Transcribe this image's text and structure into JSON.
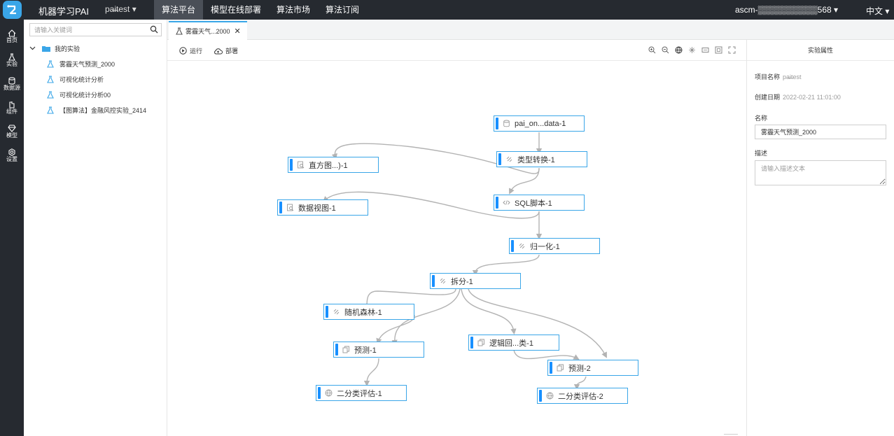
{
  "app": {
    "title": "机器学习PAI",
    "project_switch": "pa̶i̶test ▾",
    "top_nav": [
      "算法平台",
      "模型在线部署",
      "算法市场",
      "算法订阅"
    ],
    "active_nav": "算法平台",
    "account": "ascm-▒▒▒▒▒▒▒▒▒▒568 ▾",
    "language": "中文 ▾"
  },
  "left_rail": [
    "首页",
    "实验",
    "数据源",
    "组件",
    "模型",
    "设置"
  ],
  "tree": {
    "search_placeholder": "请输入关键词",
    "root_label": "我的实验",
    "items": [
      "雾霾天气预测_2000",
      "可视化统计分析",
      "可视化统计分析00",
      "【图算法】金融风控实验_2414"
    ]
  },
  "tab": {
    "label": "雾霾天气...2000",
    "close": "✕"
  },
  "toolbar": {
    "run": "运行",
    "deploy": "部署"
  },
  "canvas": {
    "nodes": [
      {
        "id": "pai_on_data",
        "label": "pai_on...data-1",
        "icon": "database-icon"
      },
      {
        "id": "type_convert",
        "label": "类型转换-1",
        "icon": "component-icon"
      },
      {
        "id": "histogram",
        "label": "直方图...)-1",
        "icon": "report-icon"
      },
      {
        "id": "sql_script",
        "label": "SQL脚本-1",
        "icon": "code-icon"
      },
      {
        "id": "data_view",
        "label": "数据视图-1",
        "icon": "report-icon"
      },
      {
        "id": "normalize",
        "label": "归一化-1",
        "icon": "component-icon"
      },
      {
        "id": "split",
        "label": "拆分-1",
        "icon": "component-icon"
      },
      {
        "id": "random_forest",
        "label": "随机森林-1",
        "icon": "component-icon"
      },
      {
        "id": "logistic",
        "label": "逻辑回...类-1",
        "icon": "copy-icon"
      },
      {
        "id": "predict1",
        "label": "预测-1",
        "icon": "copy-icon"
      },
      {
        "id": "predict2",
        "label": "预测-2",
        "icon": "copy-icon"
      },
      {
        "id": "eval1",
        "label": "二分类评估-1",
        "icon": "globe-icon"
      },
      {
        "id": "eval2",
        "label": "二分类评估-2",
        "icon": "globe-icon"
      }
    ]
  },
  "properties": {
    "title": "实验属性",
    "project_label": "项目名称",
    "project_value": "pa̶i̶test",
    "created_label": "创建日期",
    "created_value": "2022-02-21 11:01:00",
    "name_label": "名称",
    "name_value": "雾霾天气预测_2000",
    "desc_label": "描述",
    "desc_placeholder": "请输入描述文本"
  },
  "colors": {
    "topbar": "#262a30",
    "accent": "#1890ff",
    "node_border": "#3aa6e8",
    "edge": "#b3b3b3"
  }
}
